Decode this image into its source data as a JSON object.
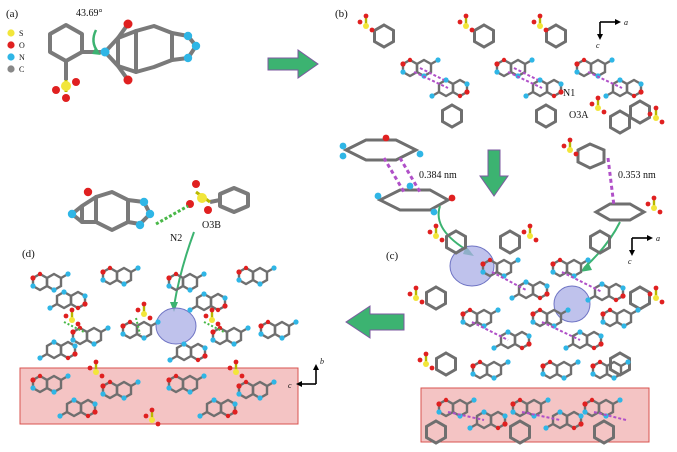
{
  "panels": {
    "a": {
      "label": "(a)",
      "angle": "43.69°",
      "legend": [
        {
          "symbol": "S",
          "color": "#f2e63a"
        },
        {
          "symbol": "O",
          "color": "#e02020"
        },
        {
          "symbol": "N",
          "color": "#2fb6e6"
        },
        {
          "symbol": "C",
          "color": "#888888"
        }
      ]
    },
    "b": {
      "label": "(b)",
      "axis_h": "a",
      "axis_v": "c",
      "atom_n": "N1",
      "atom_o": "O3A"
    },
    "c": {
      "label": "(c)",
      "axis_h": "a",
      "axis_v": "c",
      "dist1": "0.384 nm",
      "dist2": "0.353 nm"
    },
    "d": {
      "label": "(d)",
      "axis_h": "c",
      "axis_v": "b",
      "atom_n": "N2",
      "atom_o": "O3B"
    }
  },
  "colors": {
    "carbon": "#7a7a7a",
    "sulfur": "#f2e63a",
    "oxygen": "#e02020",
    "nitrogen": "#2fb6e6",
    "interaction": "#b050c8",
    "hbond": "#49b848",
    "arrow": "#3cb371",
    "highlight_box": "#f4c4c4",
    "highlight_circle": "#a9aee6"
  }
}
